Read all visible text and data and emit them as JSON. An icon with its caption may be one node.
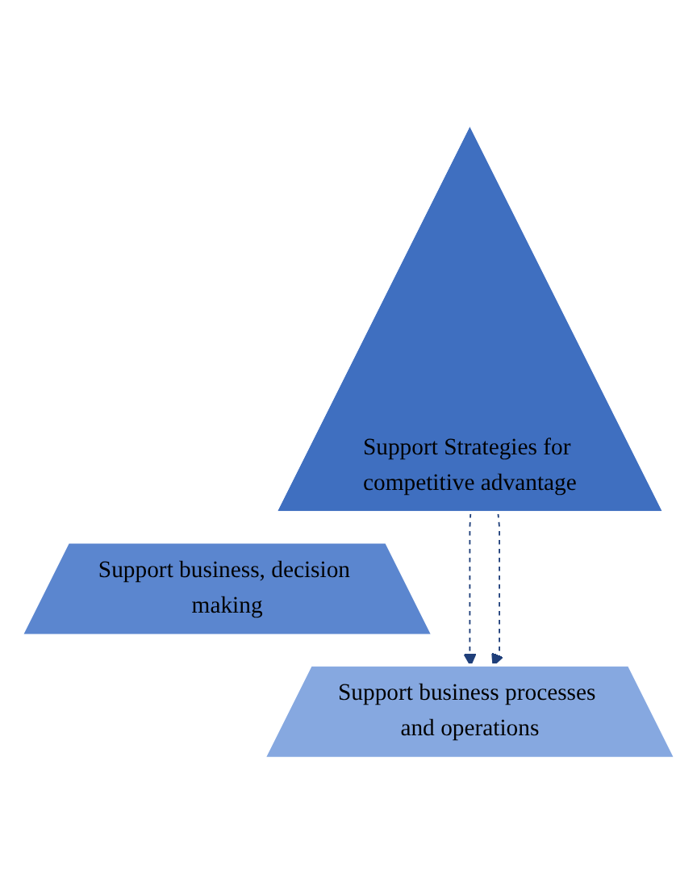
{
  "diagram": {
    "nodes": [
      {
        "text": [
          "Support Strategies for competitive advantage"
        ]
      },
      {
        "text": [
          "Support business, decision making"
        ]
      },
      {
        "text": [
          "Support business processes and operations"
        ]
      }
    ],
    "edges": [
      {
        "from": 0,
        "to": 2,
        "arrow": "to",
        "style": "dashed"
      },
      {
        "from": 0,
        "to": 2,
        "arrow": "to",
        "style": "dashed"
      }
    ]
  }
}
